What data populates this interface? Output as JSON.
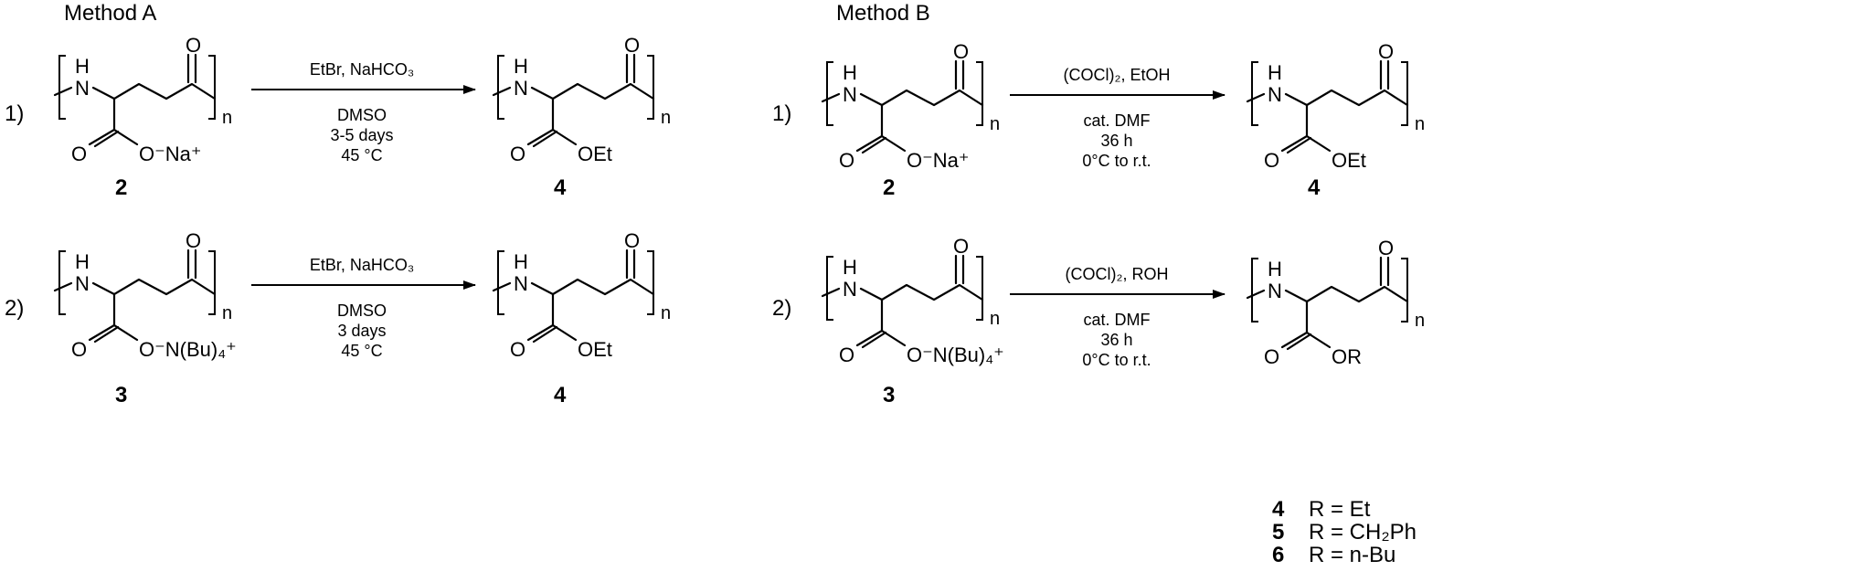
{
  "methods": {
    "a": {
      "title": "Method A"
    },
    "b": {
      "title": "Method B"
    }
  },
  "atoms": {
    "nh_h": "H",
    "nh_n": "N",
    "carbonyl_o": "O",
    "acid_o": "O",
    "repeat_n": "n",
    "na_salt": "O⁻Na⁺",
    "tba_salt": "O⁻N(Bu)₄⁺",
    "ethyl_ester": "OEt",
    "generic_ester": "OR"
  },
  "reactions": {
    "a1": {
      "row": "1)",
      "reagents": "EtBr, NaHCO₃",
      "solvent": "DMSO",
      "time": "3-5 days",
      "temp": "45 °C",
      "sm_label": "2",
      "prod_label": "4"
    },
    "a2": {
      "row": "2)",
      "reagents": "EtBr, NaHCO₃",
      "solvent": "DMSO",
      "time": "3 days",
      "temp": "45 °C",
      "sm_label": "3",
      "prod_label": "4"
    },
    "b1": {
      "row": "1)",
      "reagents": "(COCl)₂, EtOH",
      "catalyst": "cat. DMF",
      "time": "36 h",
      "temp": "0°C to r.t.",
      "sm_label": "2",
      "prod_label": "4"
    },
    "b2": {
      "row": "2)",
      "reagents": "(COCl)₂, ROH",
      "catalyst": "cat. DMF",
      "time": "36 h",
      "temp": "0°C to r.t.",
      "sm_label": "3"
    }
  },
  "products_b2": [
    {
      "num": "4",
      "r": "R = Et"
    },
    {
      "num": "5",
      "r": "R = CH₂Ph"
    },
    {
      "num": "6",
      "r": "R = n-Bu"
    }
  ]
}
